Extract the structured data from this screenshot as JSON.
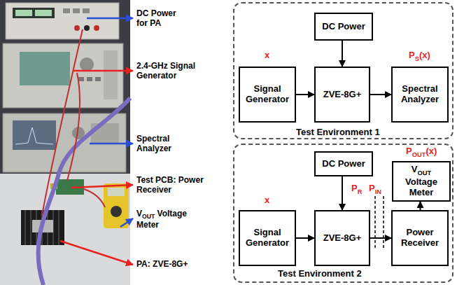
{
  "diagram": {
    "nodes": [
      {
        "text": [
          "Test Environment 1"
        ]
      },
      {
        "text": [
          "DC Power"
        ],
        "in": 0
      },
      {
        "text": [
          "Signal Generator"
        ],
        "in": 0
      },
      {
        "text": [
          "ZVE-8G+"
        ],
        "in": 0
      },
      {
        "text": [
          "Spectral Analyzer"
        ],
        "in": 0
      },
      {
        "text": [
          "Test Environment 2"
        ]
      },
      {
        "text": [
          "DC Power"
        ],
        "in": 5
      },
      {
        "text": [
          "VOUT Voltage Meter"
        ],
        "in": 5
      },
      {
        "text": [
          "Signal Generator"
        ],
        "in": 5
      },
      {
        "text": [
          "ZVE-8G+"
        ],
        "in": 5
      },
      {
        "text": [
          "Power Receiver"
        ],
        "in": 5
      }
    ],
    "edges": [
      {
        "from": 1,
        "to": 3,
        "arrow": "to"
      },
      {
        "from": 2,
        "to": 3,
        "arrow": "to"
      },
      {
        "from": 3,
        "to": 4,
        "arrow": "to"
      },
      {
        "from": 6,
        "to": 9,
        "arrow": "to"
      },
      {
        "from": 8,
        "to": 9,
        "arrow": "to"
      },
      {
        "from": 9,
        "to": 10,
        "arrow": "to"
      },
      {
        "from": 10,
        "to": 7,
        "arrow": "to"
      }
    ],
    "labels": [
      "DC Power for PA",
      "2.4-GHz Signal Generator",
      "Spectral Analyzer",
      "Test PCB: Power Receiver",
      "VOUT Voltage Meter",
      "PA: ZVE-8G+",
      "x",
      "PS(x)",
      "POUT(x)",
      "x",
      "PR",
      "PIN"
    ]
  }
}
